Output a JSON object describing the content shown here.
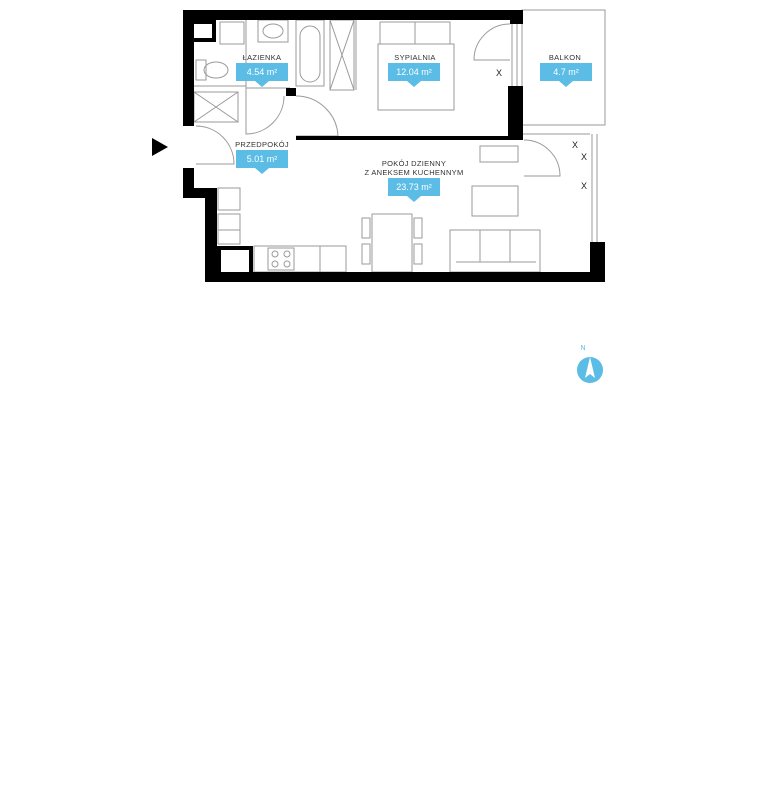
{
  "colors": {
    "accent": "#5bbce6",
    "wall": "#000000",
    "line": "#999999"
  },
  "rooms": [
    {
      "id": "lazienka",
      "name_lines": [
        "ŁAZIENKA"
      ],
      "area": "4.54 m²"
    },
    {
      "id": "sypialnia",
      "name_lines": [
        "SYPIALNIA"
      ],
      "area": "12.04 m²"
    },
    {
      "id": "balkon",
      "name_lines": [
        "BALKON"
      ],
      "area": "4.7 m²"
    },
    {
      "id": "przedpokoj",
      "name_lines": [
        "PRZEDPOKÓJ"
      ],
      "area": "5.01 m²"
    },
    {
      "id": "pokoj",
      "name_lines": [
        "POKÓJ DZIENNY",
        "Z ANEKSEM KUCHENNYM"
      ],
      "area": "23.73 m²"
    }
  ],
  "marks": [
    "X",
    "X",
    "X",
    "X"
  ],
  "compass": {
    "label": "N",
    "icon": "compass-icon"
  },
  "entrance": {
    "icon": "entrance-arrow-icon"
  }
}
